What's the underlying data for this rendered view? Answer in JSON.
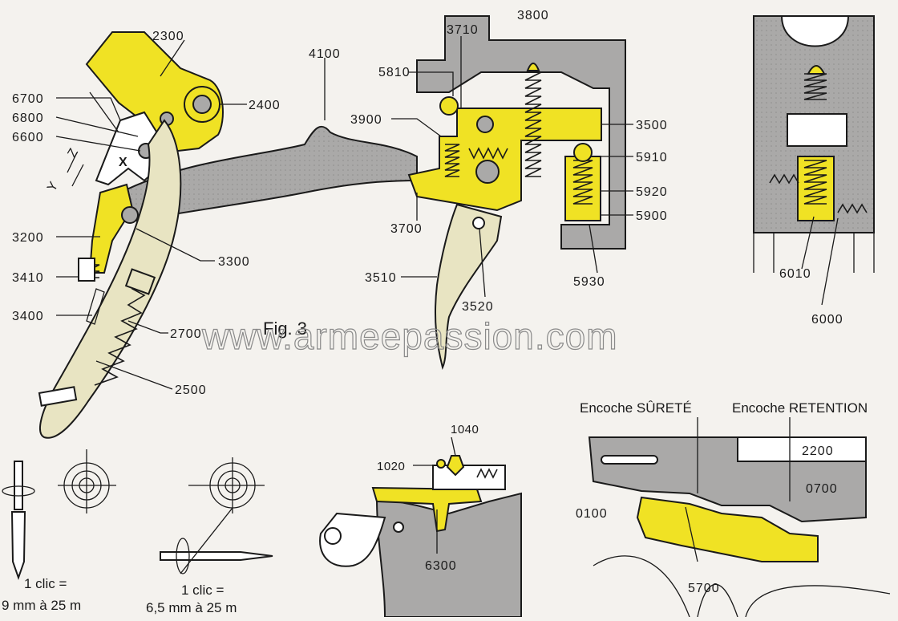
{
  "colors": {
    "accent": "#f0e224",
    "beige": "#e8e4c2",
    "gray": "#aaa9a8",
    "ink": "#1a1a1a"
  },
  "fig_label": "Fig. 3",
  "watermark": "www.armeepassion.com",
  "parts": {
    "p2300": "2300",
    "p2400": "2400",
    "p4100": "4100",
    "p6700": "6700",
    "p6800": "6800",
    "p6600": "6600",
    "pZ": "Z",
    "pX": "X",
    "pY": "Y",
    "p3200": "3200",
    "p3300": "3300",
    "p3410": "3410",
    "p3400": "3400",
    "p2700": "2700",
    "p2500": "2500",
    "p3710": "3710",
    "p3800": "3800",
    "p5810": "5810",
    "p3900": "3900",
    "p3500": "3500",
    "p5910": "5910",
    "p5920": "5920",
    "p5900": "5900",
    "p3700": "3700",
    "p3510": "3510",
    "p3520": "3520",
    "p5930": "5930",
    "p6010": "6010",
    "p6000": "6000",
    "p1040": "1040",
    "p1020": "1020",
    "p6300": "6300",
    "p2200": "2200",
    "p0700": "0700",
    "p0100": "0100",
    "p5700": "5700"
  },
  "notches": {
    "safety": "Encoche SÛRETÉ",
    "retention": "Encoche RETENTION"
  },
  "adjust": {
    "left_line1": "1 clic =",
    "left_line2": "9 mm à 25 m",
    "right_line1": "1 clic =",
    "right_line2": "6,5 mm à 25 m"
  }
}
